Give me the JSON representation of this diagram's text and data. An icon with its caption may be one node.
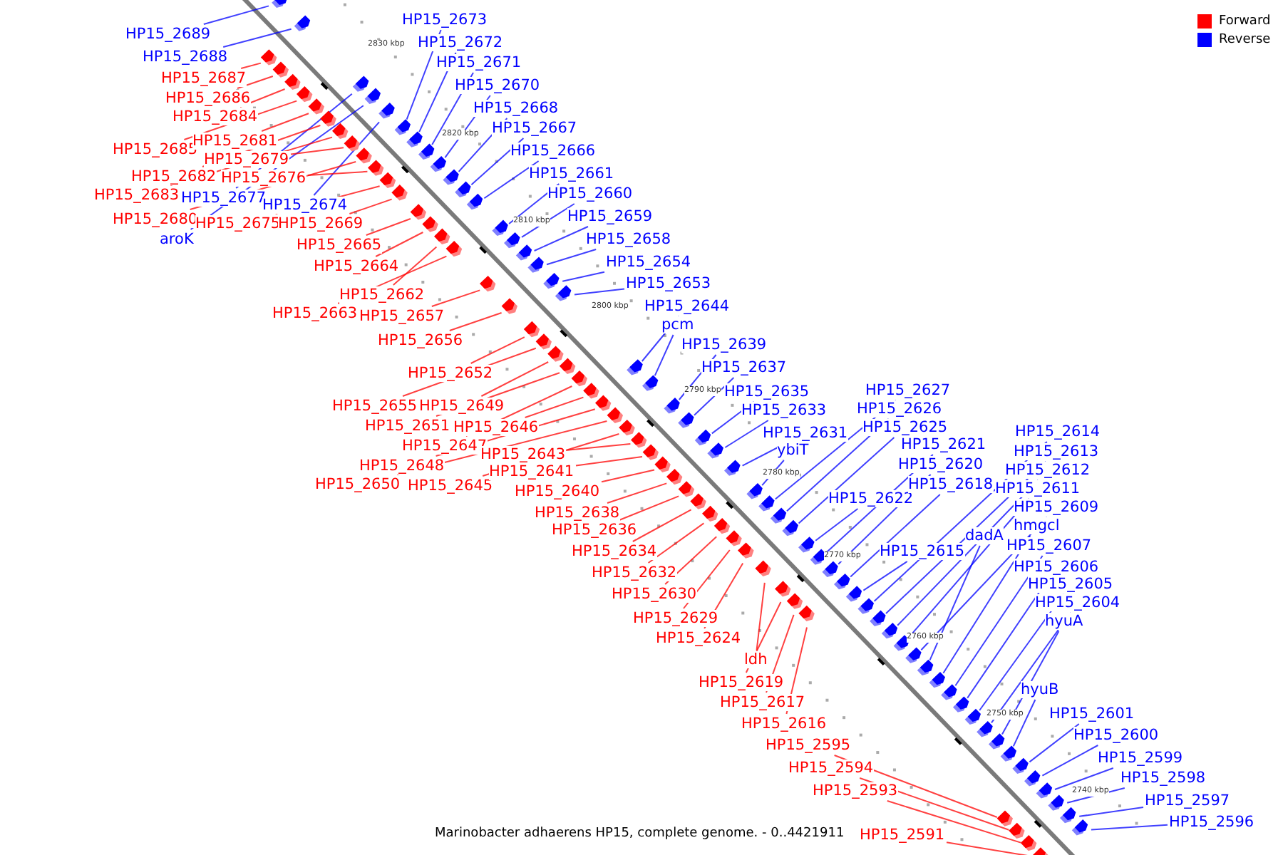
{
  "diagram": {
    "caption": "Marinobacter adhaerens HP15, complete genome. - 0..4421911",
    "nodes": [
      {
        "text": [
          "HP15_2689"
        ]
      },
      {
        "text": [
          "HP15_2688"
        ]
      },
      {
        "text": [
          "HP15_2673"
        ]
      },
      {
        "text": [
          "HP15_2672"
        ]
      },
      {
        "text": [
          "HP15_2671"
        ]
      },
      {
        "text": [
          "HP15_2670"
        ]
      },
      {
        "text": [
          "HP15_2668"
        ]
      },
      {
        "text": [
          "HP15_2667"
        ]
      },
      {
        "text": [
          "HP15_2666"
        ]
      },
      {
        "text": [
          "HP15_2661"
        ]
      },
      {
        "text": [
          "HP15_2660"
        ]
      },
      {
        "text": [
          "HP15_2659"
        ]
      },
      {
        "text": [
          "HP15_2658"
        ]
      },
      {
        "text": [
          "HP15_2654"
        ]
      },
      {
        "text": [
          "HP15_2653"
        ]
      },
      {
        "text": [
          "HP15_2644"
        ]
      },
      {
        "text": [
          "pcm"
        ]
      },
      {
        "text": [
          "HP15_2639"
        ]
      },
      {
        "text": [
          "HP15_2637"
        ]
      },
      {
        "text": [
          "HP15_2635"
        ]
      },
      {
        "text": [
          "HP15_2633"
        ]
      },
      {
        "text": [
          "HP15_2631"
        ]
      },
      {
        "text": [
          "ybiT"
        ]
      },
      {
        "text": [
          "HP15_2627"
        ]
      },
      {
        "text": [
          "HP15_2626"
        ]
      },
      {
        "text": [
          "HP15_2625"
        ]
      },
      {
        "text": [
          "HP15_2622"
        ]
      },
      {
        "text": [
          "HP15_2621"
        ]
      },
      {
        "text": [
          "HP15_2620"
        ]
      },
      {
        "text": [
          "HP15_2618"
        ]
      },
      {
        "text": [
          "HP15_2615"
        ]
      },
      {
        "text": [
          "HP15_2614"
        ]
      },
      {
        "text": [
          "HP15_2613"
        ]
      },
      {
        "text": [
          "HP15_2612"
        ]
      },
      {
        "text": [
          "HP15_2611"
        ]
      },
      {
        "text": [
          "HP15_2609"
        ]
      },
      {
        "text": [
          "hmgcl"
        ]
      },
      {
        "text": [
          "dadA"
        ]
      },
      {
        "text": [
          "HP15_2607"
        ]
      },
      {
        "text": [
          "HP15_2606"
        ]
      },
      {
        "text": [
          "HP15_2605"
        ]
      },
      {
        "text": [
          "HP15_2604"
        ]
      },
      {
        "text": [
          "hyuA"
        ]
      },
      {
        "text": [
          "hyuB"
        ]
      },
      {
        "text": [
          "HP15_2601"
        ]
      },
      {
        "text": [
          "HP15_2600"
        ]
      },
      {
        "text": [
          "HP15_2599"
        ]
      },
      {
        "text": [
          "HP15_2598"
        ]
      },
      {
        "text": [
          "HP15_2597"
        ]
      },
      {
        "text": [
          "HP15_2596"
        ]
      },
      {
        "text": [
          "HP15_2677"
        ]
      },
      {
        "text": [
          "HP15_2674"
        ]
      },
      {
        "text": [
          "aroK"
        ]
      },
      {
        "text": [
          "HP15_2687"
        ]
      },
      {
        "text": [
          "HP15_2686"
        ]
      },
      {
        "text": [
          "HP15_2684"
        ]
      },
      {
        "text": [
          "HP15_2685"
        ]
      },
      {
        "text": [
          "HP15_2681"
        ]
      },
      {
        "text": [
          "HP15_2679"
        ]
      },
      {
        "text": [
          "HP15_2682"
        ]
      },
      {
        "text": [
          "HP15_2676"
        ]
      },
      {
        "text": [
          "HP15_2683"
        ]
      },
      {
        "text": [
          "HP15_2680"
        ]
      },
      {
        "text": [
          "HP15_2675"
        ]
      },
      {
        "text": [
          "HP15_2669"
        ]
      },
      {
        "text": [
          "HP15_2665"
        ]
      },
      {
        "text": [
          "HP15_2664"
        ]
      },
      {
        "text": [
          "HP15_2662"
        ]
      },
      {
        "text": [
          "HP15_2663"
        ]
      },
      {
        "text": [
          "HP15_2657"
        ]
      },
      {
        "text": [
          "HP15_2656"
        ]
      },
      {
        "text": [
          "HP15_2652"
        ]
      },
      {
        "text": [
          "HP15_2655"
        ]
      },
      {
        "text": [
          "HP15_2649"
        ]
      },
      {
        "text": [
          "HP15_2651"
        ]
      },
      {
        "text": [
          "HP15_2646"
        ]
      },
      {
        "text": [
          "HP15_2647"
        ]
      },
      {
        "text": [
          "HP15_2648"
        ]
      },
      {
        "text": [
          "HP15_2650"
        ]
      },
      {
        "text": [
          "HP15_2645"
        ]
      },
      {
        "text": [
          "HP15_2643"
        ]
      },
      {
        "text": [
          "HP15_2641"
        ]
      },
      {
        "text": [
          "HP15_2640"
        ]
      },
      {
        "text": [
          "HP15_2638"
        ]
      },
      {
        "text": [
          "HP15_2636"
        ]
      },
      {
        "text": [
          "HP15_2634"
        ]
      },
      {
        "text": [
          "HP15_2632"
        ]
      },
      {
        "text": [
          "HP15_2630"
        ]
      },
      {
        "text": [
          "HP15_2629"
        ]
      },
      {
        "text": [
          "HP15_2624"
        ]
      },
      {
        "text": [
          "ldh"
        ]
      },
      {
        "text": [
          "HP15_2619"
        ]
      },
      {
        "text": [
          "HP15_2617"
        ]
      },
      {
        "text": [
          "HP15_2616"
        ]
      },
      {
        "text": [
          "HP15_2595"
        ]
      },
      {
        "text": [
          "HP15_2594"
        ]
      },
      {
        "text": [
          "HP15_2593"
        ]
      },
      {
        "text": [
          "HP15_2591"
        ]
      },
      {
        "text": [],
        "shape": "arrow"
      },
      {
        "text": [],
        "shape": "arrow"
      },
      {
        "text": [],
        "shape": "arrow"
      },
      {
        "text": [],
        "shape": "arrow"
      },
      {
        "text": [],
        "shape": "arrow"
      },
      {
        "text": [],
        "shape": "arrow"
      },
      {
        "text": [],
        "shape": "arrow"
      },
      {
        "text": [],
        "shape": "arrow"
      },
      {
        "text": [],
        "shape": "arrow"
      },
      {
        "text": [],
        "shape": "arrow"
      },
      {
        "text": [],
        "shape": "arrow"
      },
      {
        "text": [],
        "shape": "arrow"
      },
      {
        "text": [],
        "shape": "arrow"
      },
      {
        "text": [],
        "shape": "arrow"
      },
      {
        "text": [],
        "shape": "arrow"
      },
      {
        "text": [],
        "shape": "arrow"
      },
      {
        "text": [],
        "shape": "arrow"
      },
      {
        "text": [],
        "shape": "arrow"
      },
      {
        "text": [],
        "shape": "arrow"
      },
      {
        "text": [],
        "shape": "arrow"
      },
      {
        "text": [],
        "shape": "arrow"
      },
      {
        "text": [],
        "shape": "arrow"
      },
      {
        "text": [],
        "shape": "arrow"
      },
      {
        "text": [],
        "shape": "arrow"
      },
      {
        "text": [],
        "shape": "arrow"
      },
      {
        "text": [],
        "shape": "arrow"
      },
      {
        "text": [],
        "shape": "arrow"
      },
      {
        "text": [],
        "shape": "arrow"
      },
      {
        "text": [],
        "shape": "arrow"
      },
      {
        "text": [],
        "shape": "arrow"
      },
      {
        "text": [],
        "shape": "arrow"
      },
      {
        "text": [],
        "shape": "arrow"
      },
      {
        "text": [],
        "shape": "arrow"
      },
      {
        "text": [],
        "shape": "arrow"
      },
      {
        "text": [],
        "shape": "arrow"
      },
      {
        "text": [],
        "shape": "arrow"
      },
      {
        "text": [],
        "shape": "arrow"
      },
      {
        "text": [],
        "shape": "arrow"
      },
      {
        "text": [],
        "shape": "arrow"
      },
      {
        "text": [],
        "shape": "arrow"
      },
      {
        "text": [],
        "shape": "arrow"
      },
      {
        "text": [],
        "shape": "arrow"
      },
      {
        "text": [],
        "shape": "arrow"
      },
      {
        "text": [],
        "shape": "arrow"
      },
      {
        "text": [],
        "shape": "arrow"
      },
      {
        "text": [],
        "shape": "arrow"
      },
      {
        "text": [],
        "shape": "arrow"
      },
      {
        "text": [],
        "shape": "arrow"
      },
      {
        "text": [],
        "shape": "arrow"
      },
      {
        "text": [],
        "shape": "arrow"
      },
      {
        "text": [],
        "shape": "arrow"
      },
      {
        "text": [],
        "shape": "arrow"
      },
      {
        "text": [],
        "shape": "arrow"
      },
      {
        "text": [],
        "shape": "arrow"
      },
      {
        "text": [],
        "shape": "arrow"
      },
      {
        "text": [],
        "shape": "arrow"
      },
      {
        "text": [],
        "shape": "arrow"
      },
      {
        "text": [],
        "shape": "arrow"
      },
      {
        "text": [],
        "shape": "arrow"
      },
      {
        "text": [],
        "shape": "arrow"
      },
      {
        "text": [],
        "shape": "arrow"
      },
      {
        "text": [],
        "shape": "arrow"
      },
      {
        "text": [],
        "shape": "arrow"
      },
      {
        "text": [],
        "shape": "arrow"
      },
      {
        "text": [],
        "shape": "arrow"
      },
      {
        "text": [],
        "shape": "arrow"
      },
      {
        "text": [],
        "shape": "arrow"
      },
      {
        "text": [],
        "shape": "arrow"
      },
      {
        "text": [],
        "shape": "arrow"
      },
      {
        "text": [],
        "shape": "arrow"
      },
      {
        "text": [],
        "shape": "arrow"
      },
      {
        "text": [],
        "shape": "arrow"
      },
      {
        "text": [],
        "shape": "arrow"
      },
      {
        "text": [],
        "shape": "arrow"
      },
      {
        "text": [],
        "shape": "arrow"
      },
      {
        "text": [],
        "shape": "arrow"
      },
      {
        "text": [],
        "shape": "arrow"
      },
      {
        "text": [],
        "shape": "arrow"
      },
      {
        "text": [],
        "shape": "arrow"
      },
      {
        "text": [],
        "shape": "arrow"
      },
      {
        "text": [],
        "shape": "arrow"
      },
      {
        "text": [],
        "shape": "arrow"
      },
      {
        "text": [],
        "shape": "arrow"
      },
      {
        "text": [],
        "shape": "arrow"
      },
      {
        "text": [],
        "shape": "arrow"
      },
      {
        "text": [],
        "shape": "arrow"
      },
      {
        "text": [],
        "shape": "arrow"
      },
      {
        "text": [],
        "shape": "arrow"
      },
      {
        "text": [],
        "shape": "arrow"
      },
      {
        "text": [],
        "shape": "arrow"
      },
      {
        "text": [],
        "shape": "arrow"
      },
      {
        "text": [],
        "shape": "arrow"
      },
      {
        "text": [],
        "shape": "arrow"
      },
      {
        "text": [],
        "shape": "arrow"
      },
      {
        "text": [],
        "shape": "arrow"
      },
      {
        "text": [],
        "shape": "arrow"
      },
      {
        "text": [],
        "shape": "arrow"
      },
      {
        "text": [],
        "shape": "arrow"
      }
    ],
    "edges": [
      {
        "from": 0,
        "to": 98,
        "arrow": "none"
      },
      {
        "from": 1,
        "to": 99,
        "arrow": "none"
      },
      {
        "from": 2,
        "to": 100,
        "arrow": "none"
      },
      {
        "from": 3,
        "to": 101,
        "arrow": "none"
      },
      {
        "from": 4,
        "to": 102,
        "arrow": "none"
      },
      {
        "from": 5,
        "to": 103,
        "arrow": "none"
      },
      {
        "from": 6,
        "to": 104,
        "arrow": "none"
      },
      {
        "from": 7,
        "to": 105,
        "arrow": "none"
      },
      {
        "from": 8,
        "to": 106,
        "arrow": "none"
      },
      {
        "from": 9,
        "to": 107,
        "arrow": "none"
      },
      {
        "from": 10,
        "to": 108,
        "arrow": "none"
      },
      {
        "from": 11,
        "to": 109,
        "arrow": "none"
      },
      {
        "from": 12,
        "to": 110,
        "arrow": "none"
      },
      {
        "from": 13,
        "to": 111,
        "arrow": "none"
      },
      {
        "from": 14,
        "to": 112,
        "arrow": "none"
      },
      {
        "from": 15,
        "to": 113,
        "arrow": "none"
      },
      {
        "from": 16,
        "to": 114,
        "arrow": "none"
      },
      {
        "from": 17,
        "to": 115,
        "arrow": "none"
      },
      {
        "from": 18,
        "to": 116,
        "arrow": "none"
      },
      {
        "from": 19,
        "to": 117,
        "arrow": "none"
      },
      {
        "from": 20,
        "to": 118,
        "arrow": "none"
      },
      {
        "from": 21,
        "to": 119,
        "arrow": "none"
      },
      {
        "from": 22,
        "to": 120,
        "arrow": "none"
      },
      {
        "from": 23,
        "to": 121,
        "arrow": "none"
      },
      {
        "from": 24,
        "to": 122,
        "arrow": "none"
      },
      {
        "from": 25,
        "to": 123,
        "arrow": "none"
      },
      {
        "from": 26,
        "to": 124,
        "arrow": "none"
      },
      {
        "from": 27,
        "to": 125,
        "arrow": "none"
      },
      {
        "from": 28,
        "to": 126,
        "arrow": "none"
      },
      {
        "from": 29,
        "to": 127,
        "arrow": "none"
      },
      {
        "from": 30,
        "to": 128,
        "arrow": "none"
      },
      {
        "from": 31,
        "to": 129,
        "arrow": "none"
      },
      {
        "from": 32,
        "to": 130,
        "arrow": "none"
      },
      {
        "from": 33,
        "to": 131,
        "arrow": "none"
      },
      {
        "from": 34,
        "to": 132,
        "arrow": "none"
      },
      {
        "from": 35,
        "to": 133,
        "arrow": "none"
      },
      {
        "from": 36,
        "to": 134,
        "arrow": "none"
      },
      {
        "from": 37,
        "to": 135,
        "arrow": "none"
      },
      {
        "from": 38,
        "to": 136,
        "arrow": "none"
      },
      {
        "from": 39,
        "to": 137,
        "arrow": "none"
      },
      {
        "from": 40,
        "to": 138,
        "arrow": "none"
      },
      {
        "from": 41,
        "to": 139,
        "arrow": "none"
      },
      {
        "from": 42,
        "to": 140,
        "arrow": "none"
      },
      {
        "from": 43,
        "to": 141,
        "arrow": "none"
      },
      {
        "from": 44,
        "to": 142,
        "arrow": "none"
      },
      {
        "from": 45,
        "to": 143,
        "arrow": "none"
      },
      {
        "from": 46,
        "to": 144,
        "arrow": "none"
      },
      {
        "from": 47,
        "to": 145,
        "arrow": "none"
      },
      {
        "from": 48,
        "to": 146,
        "arrow": "none"
      },
      {
        "from": 49,
        "to": 147,
        "arrow": "none"
      },
      {
        "from": 50,
        "to": 148,
        "arrow": "none"
      },
      {
        "from": 51,
        "to": 149,
        "arrow": "none"
      },
      {
        "from": 52,
        "to": 150,
        "arrow": "none"
      },
      {
        "from": 53,
        "to": 151,
        "arrow": "none",
        "color": "#ff0000"
      },
      {
        "from": 54,
        "to": 152,
        "arrow": "none",
        "color": "#ff0000"
      },
      {
        "from": 55,
        "to": 153,
        "arrow": "none",
        "color": "#ff0000"
      },
      {
        "from": 56,
        "to": 154,
        "arrow": "none",
        "color": "#ff0000"
      },
      {
        "from": 57,
        "to": 155,
        "arrow": "none",
        "color": "#ff0000"
      },
      {
        "from": 58,
        "to": 156,
        "arrow": "none",
        "color": "#ff0000"
      },
      {
        "from": 59,
        "to": 157,
        "arrow": "none",
        "color": "#ff0000"
      },
      {
        "from": 60,
        "to": 158,
        "arrow": "none",
        "color": "#ff0000"
      },
      {
        "from": 61,
        "to": 159,
        "arrow": "none",
        "color": "#ff0000"
      },
      {
        "from": 62,
        "to": 160,
        "arrow": "none",
        "color": "#ff0000"
      },
      {
        "from": 63,
        "to": 161,
        "arrow": "none",
        "color": "#ff0000"
      },
      {
        "from": 64,
        "to": 162,
        "arrow": "none",
        "color": "#ff0000"
      },
      {
        "from": 65,
        "to": 163,
        "arrow": "none",
        "color": "#ff0000"
      },
      {
        "from": 66,
        "to": 164,
        "arrow": "none",
        "color": "#ff0000"
      },
      {
        "from": 67,
        "to": 165,
        "arrow": "none",
        "color": "#ff0000"
      },
      {
        "from": 68,
        "to": 166,
        "arrow": "none",
        "color": "#ff0000"
      },
      {
        "from": 69,
        "to": 167,
        "arrow": "none",
        "color": "#ff0000"
      },
      {
        "from": 70,
        "to": 168,
        "arrow": "none",
        "color": "#ff0000"
      },
      {
        "from": 71,
        "to": 169,
        "arrow": "none",
        "color": "#ff0000"
      },
      {
        "from": 72,
        "to": 170,
        "arrow": "none",
        "color": "#ff0000"
      },
      {
        "from": 73,
        "to": 171,
        "arrow": "none",
        "color": "#ff0000"
      },
      {
        "from": 74,
        "to": 172,
        "arrow": "none",
        "color": "#ff0000"
      },
      {
        "from": 75,
        "to": 173,
        "arrow": "none",
        "color": "#ff0000"
      },
      {
        "from": 76,
        "to": 174,
        "arrow": "none",
        "color": "#ff0000"
      },
      {
        "from": 77,
        "to": 175,
        "arrow": "none",
        "color": "#ff0000"
      },
      {
        "from": 78,
        "to": 176,
        "arrow": "none",
        "color": "#ff0000"
      },
      {
        "from": 79,
        "to": 177,
        "arrow": "none",
        "color": "#ff0000"
      },
      {
        "from": 80,
        "to": 178,
        "arrow": "none",
        "color": "#ff0000"
      },
      {
        "from": 81,
        "to": 179,
        "arrow": "none",
        "color": "#ff0000"
      },
      {
        "from": 82,
        "to": 180,
        "arrow": "none",
        "color": "#ff0000"
      },
      {
        "from": 83,
        "to": 181,
        "arrow": "none",
        "color": "#ff0000"
      },
      {
        "from": 84,
        "to": 182,
        "arrow": "none",
        "color": "#ff0000"
      },
      {
        "from": 85,
        "to": 183,
        "arrow": "none",
        "color": "#ff0000"
      },
      {
        "from": 86,
        "to": 184,
        "arrow": "none",
        "color": "#ff0000"
      },
      {
        "from": 87,
        "to": 185,
        "arrow": "none",
        "color": "#ff0000"
      },
      {
        "from": 88,
        "to": 186,
        "arrow": "none",
        "color": "#ff0000"
      },
      {
        "from": 89,
        "to": 187,
        "arrow": "none",
        "color": "#ff0000"
      },
      {
        "from": 90,
        "to": 188,
        "arrow": "none",
        "color": "#ff0000"
      },
      {
        "from": 91,
        "to": 189,
        "arrow": "none",
        "color": "#ff0000"
      },
      {
        "from": 92,
        "to": 190,
        "arrow": "none",
        "color": "#ff0000"
      },
      {
        "from": 93,
        "to": 191,
        "arrow": "none",
        "color": "#ff0000"
      },
      {
        "from": 94,
        "to": 192,
        "arrow": "none",
        "color": "#ff0000"
      },
      {
        "from": 95,
        "to": 193,
        "arrow": "none",
        "color": "#ff0000"
      },
      {
        "from": 96,
        "to": 194,
        "arrow": "none",
        "color": "#ff0000"
      },
      {
        "from": 97,
        "to": 195,
        "arrow": "none",
        "color": "#ff0000"
      }
    ],
    "labels": [
      "2830 kbp",
      "2820 kbp",
      "2810 kbp",
      "2800 kbp",
      "2790 kbp",
      "2780 kbp",
      "2770 kbp",
      "2760 kbp",
      "2750 kbp",
      "2740 kbp"
    ],
    "legend": [
      {
        "text": "Forward",
        "color": "#ff0000"
      },
      {
        "text": "Reverse",
        "color": "#0000ff"
      }
    ]
  }
}
